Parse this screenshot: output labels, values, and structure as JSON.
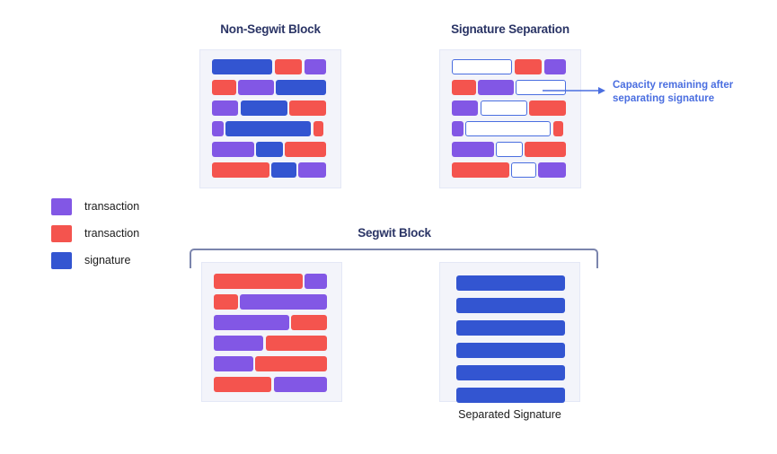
{
  "diagram": {
    "title_nonsegwit": "Non-Segwit Block",
    "title_sigsep": "Signature Separation",
    "title_segwit": "Segwit Block",
    "caption_separated": "Separated Signature",
    "callout": "Capacity remaining after separating signature"
  },
  "colors": {
    "purple": "#8257e5",
    "red": "#f4544e",
    "blue": "#3355d1",
    "empty_border": "#4a6ee0",
    "panel_bg": "#f3f4fa",
    "title": "#2b3566",
    "callout": "#4a6ee0",
    "bracket": "#7b85ad"
  },
  "legend": {
    "items": [
      {
        "swatch": "purple",
        "label": "transaction"
      },
      {
        "swatch": "red",
        "label": "transaction"
      },
      {
        "swatch": "blue",
        "label": "signature"
      }
    ]
  },
  "chart_data": {
    "type": "bar",
    "title": "Segwit signature separation block capacity diagram",
    "panels": [
      {
        "name": "non-segwit-block",
        "label": "Non-Segwit Block",
        "rows": [
          [
            {
              "type": "signature",
              "color": "blue",
              "width": 53
            },
            {
              "type": "transaction",
              "color": "red",
              "width": 24
            },
            {
              "type": "transaction",
              "color": "purple",
              "width": 19
            }
          ],
          [
            {
              "type": "transaction",
              "color": "red",
              "width": 21
            },
            {
              "type": "transaction",
              "color": "purple",
              "width": 31
            },
            {
              "type": "signature",
              "color": "blue",
              "width": 44
            }
          ],
          [
            {
              "type": "transaction",
              "color": "purple",
              "width": 23
            },
            {
              "type": "signature",
              "color": "blue",
              "width": 41
            },
            {
              "type": "transaction",
              "color": "red",
              "width": 32
            }
          ],
          [
            {
              "type": "transaction",
              "color": "purple",
              "width": 10
            },
            {
              "type": "signature",
              "color": "blue",
              "width": 75
            },
            {
              "type": "transaction",
              "color": "red",
              "width": 9
            }
          ],
          [
            {
              "type": "transaction",
              "color": "purple",
              "width": 37
            },
            {
              "type": "signature",
              "color": "blue",
              "width": 23
            },
            {
              "type": "transaction",
              "color": "red",
              "width": 36
            }
          ],
          [
            {
              "type": "transaction",
              "color": "red",
              "width": 50
            },
            {
              "type": "signature",
              "color": "blue",
              "width": 22
            },
            {
              "type": "transaction",
              "color": "purple",
              "width": 24
            }
          ]
        ]
      },
      {
        "name": "signature-separation-block",
        "label": "Signature Separation",
        "rows": [
          [
            {
              "type": "removed-signature",
              "color": "empty",
              "width": 53
            },
            {
              "type": "transaction",
              "color": "red",
              "width": 24
            },
            {
              "type": "transaction",
              "color": "purple",
              "width": 19
            }
          ],
          [
            {
              "type": "transaction",
              "color": "red",
              "width": 21
            },
            {
              "type": "transaction",
              "color": "purple",
              "width": 31
            },
            {
              "type": "removed-signature",
              "color": "empty",
              "width": 44
            }
          ],
          [
            {
              "type": "transaction",
              "color": "purple",
              "width": 23
            },
            {
              "type": "removed-signature",
              "color": "empty",
              "width": 41
            },
            {
              "type": "transaction",
              "color": "red",
              "width": 32
            }
          ],
          [
            {
              "type": "transaction",
              "color": "purple",
              "width": 10
            },
            {
              "type": "removed-signature",
              "color": "empty",
              "width": 75
            },
            {
              "type": "transaction",
              "color": "red",
              "width": 9
            }
          ],
          [
            {
              "type": "transaction",
              "color": "purple",
              "width": 37
            },
            {
              "type": "removed-signature",
              "color": "empty",
              "width": 23
            },
            {
              "type": "transaction",
              "color": "red",
              "width": 36
            }
          ],
          [
            {
              "type": "transaction",
              "color": "red",
              "width": 50
            },
            {
              "type": "removed-signature",
              "color": "empty",
              "width": 22
            },
            {
              "type": "transaction",
              "color": "purple",
              "width": 24
            }
          ]
        ]
      },
      {
        "name": "segwit-block",
        "label": "Segwit Block",
        "rows": [
          [
            {
              "type": "transaction",
              "color": "red",
              "width": 77
            },
            {
              "type": "transaction",
              "color": "purple",
              "width": 19
            }
          ],
          [
            {
              "type": "transaction",
              "color": "red",
              "width": 21
            },
            {
              "type": "transaction",
              "color": "purple",
              "width": 75
            }
          ],
          [
            {
              "type": "transaction",
              "color": "purple",
              "width": 65
            },
            {
              "type": "transaction",
              "color": "red",
              "width": 31
            }
          ],
          [
            {
              "type": "transaction",
              "color": "purple",
              "width": 43
            },
            {
              "type": "transaction",
              "color": "red",
              "width": 53
            }
          ],
          [
            {
              "type": "transaction",
              "color": "purple",
              "width": 34
            },
            {
              "type": "transaction",
              "color": "red",
              "width": 62
            }
          ],
          [
            {
              "type": "transaction",
              "color": "red",
              "width": 50
            },
            {
              "type": "transaction",
              "color": "purple",
              "width": 46
            }
          ]
        ]
      },
      {
        "name": "separated-signature-block",
        "label": "Separated Signature",
        "rows": [
          [
            {
              "type": "signature",
              "color": "blue",
              "width": 100
            }
          ],
          [
            {
              "type": "signature",
              "color": "blue",
              "width": 100
            }
          ],
          [
            {
              "type": "signature",
              "color": "blue",
              "width": 100
            }
          ],
          [
            {
              "type": "signature",
              "color": "blue",
              "width": 100
            }
          ],
          [
            {
              "type": "signature",
              "color": "blue",
              "width": 100
            }
          ],
          [
            {
              "type": "signature",
              "color": "blue",
              "width": 100
            }
          ]
        ]
      }
    ]
  }
}
